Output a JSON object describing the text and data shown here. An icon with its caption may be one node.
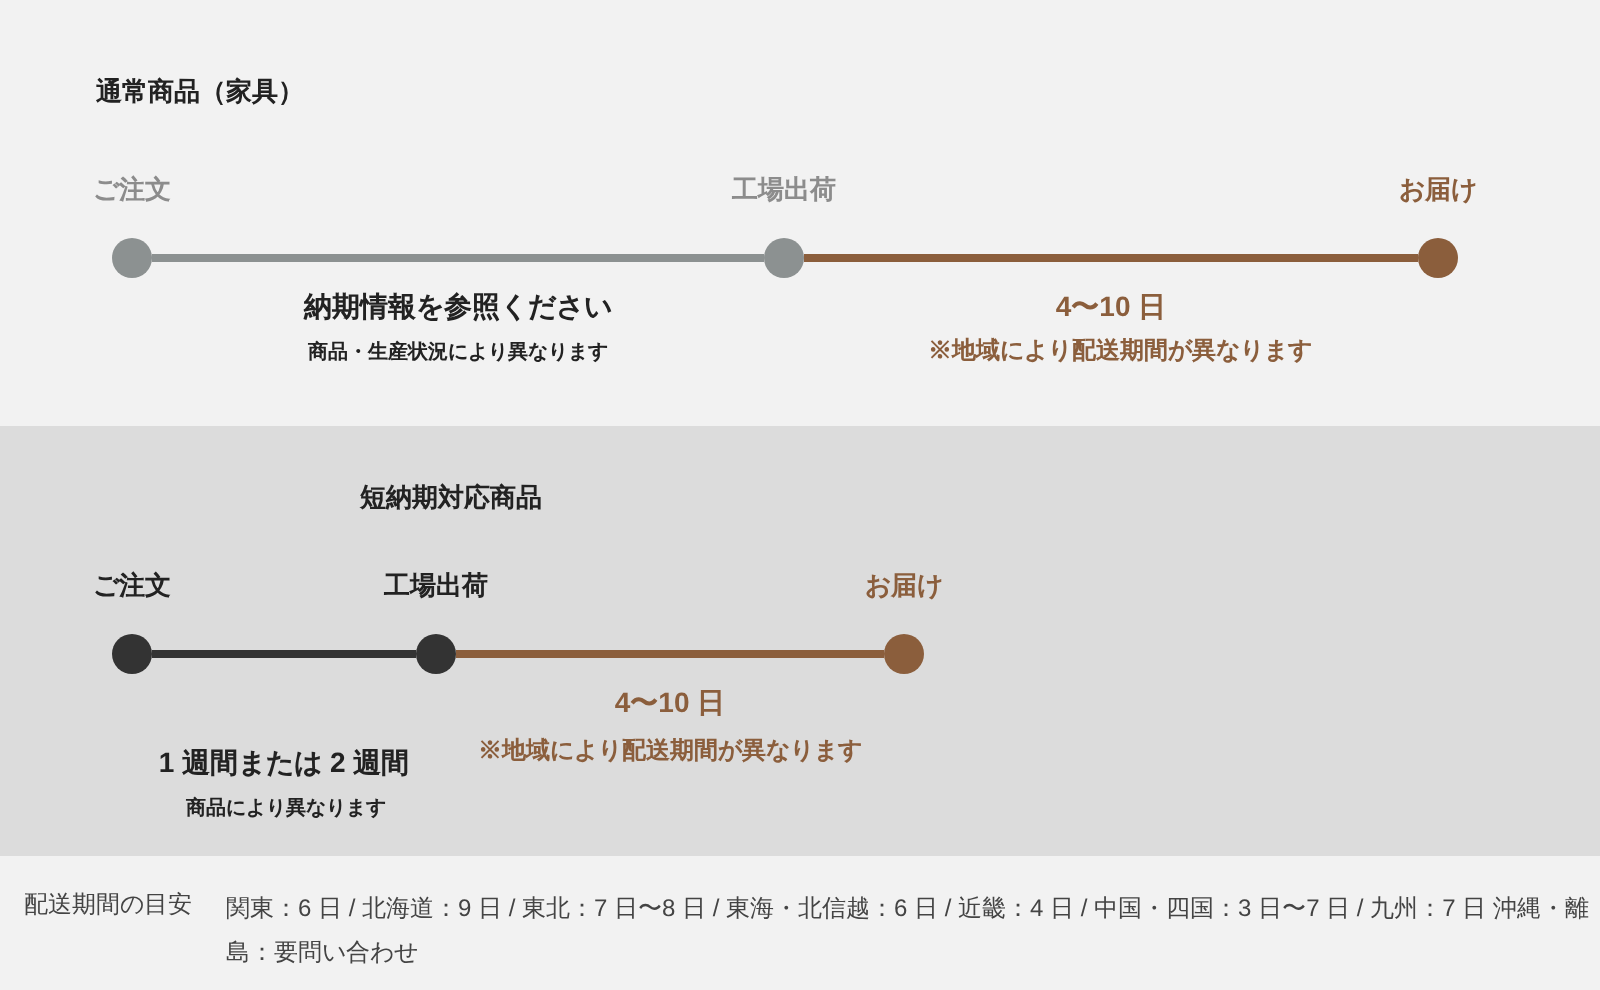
{
  "diagram": {
    "nodes": [
      {
        "text": [
          "通常商品（家具）"
        ]
      },
      {
        "text": [
          "ご注文"
        ],
        "in": 0
      },
      {
        "text": [
          "工場出荷"
        ],
        "in": 0
      },
      {
        "text": [
          "お届け"
        ],
        "in": 0
      },
      {
        "text": [
          "短納期対応商品"
        ]
      },
      {
        "text": [
          "ご注文"
        ],
        "in": 4
      },
      {
        "text": [
          "工場出荷"
        ],
        "in": 4
      },
      {
        "text": [
          "お届け"
        ],
        "in": 4
      }
    ],
    "edges": [
      {
        "from": 1,
        "to": 2,
        "arrow": "none",
        "label": "納期情報を参照ください",
        "color": "#8c9191"
      },
      {
        "from": 2,
        "to": 3,
        "arrow": "none",
        "label": "4〜10 日"
      },
      {
        "from": 5,
        "to": 6,
        "arrow": "none",
        "label": "1 週間または 2 週間",
        "color": "#333333"
      },
      {
        "from": 6,
        "to": 7,
        "arrow": "none",
        "label": "4〜10 日"
      }
    ],
    "labels": [
      "商品・生産状況により異なります",
      "※地域により配送期間が異なります",
      "商品により異なります",
      "※地域により配送期間が異なります",
      "配送期間の目安",
      "関東：6 日 / 北海道：9 日 / 東北：7 日〜8 日 / 東海・北信越：6 日 / 近畿：4 日 / 中国・四国：3 日〜7 日 / 九州：7 日 沖縄・離島：要問い合わせ"
    ]
  }
}
